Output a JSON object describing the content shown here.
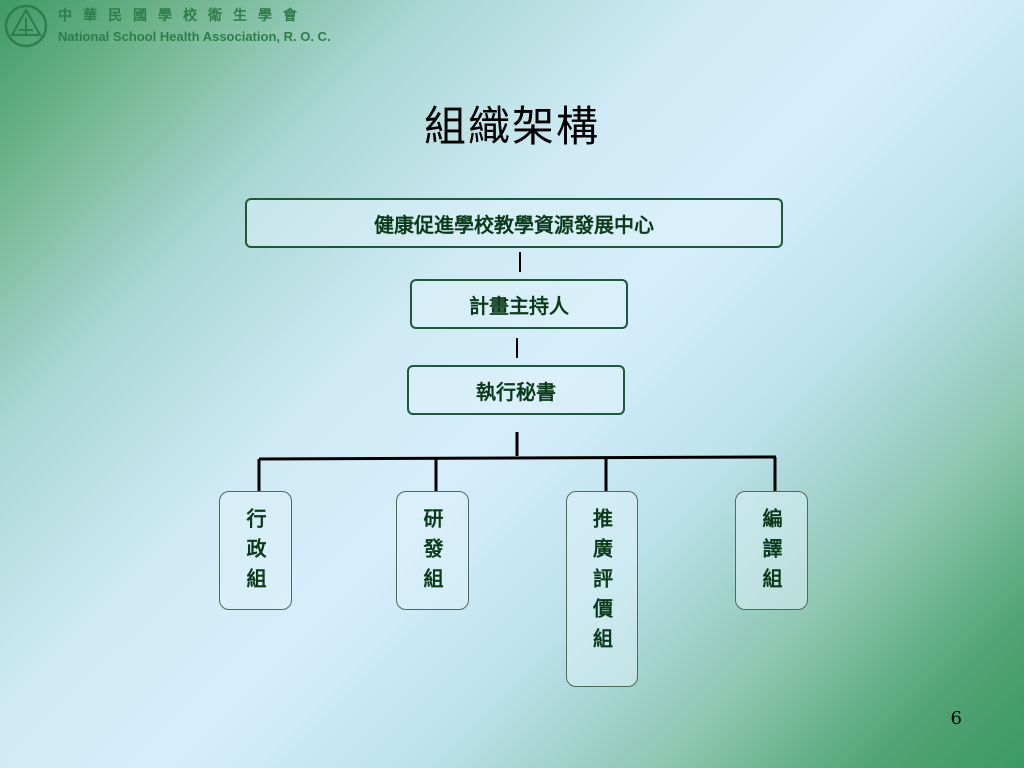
{
  "header": {
    "org_name_zh": "中華民國學校衛生學會",
    "org_name_en": "National School Health Association, R. O. C."
  },
  "slide": {
    "title": "組織架構",
    "page_number": "6"
  },
  "org_chart": {
    "root": "健康促進學校教學資源發展中心",
    "level2": "計畫主持人",
    "level3": "執行秘書",
    "groups": [
      "行政組",
      "研發組",
      "推廣評價組",
      "編譯組"
    ]
  },
  "colors": {
    "accent": "#2e7d4a",
    "box_border": "#1e5a3a",
    "box_text": "#0b3a1a"
  }
}
